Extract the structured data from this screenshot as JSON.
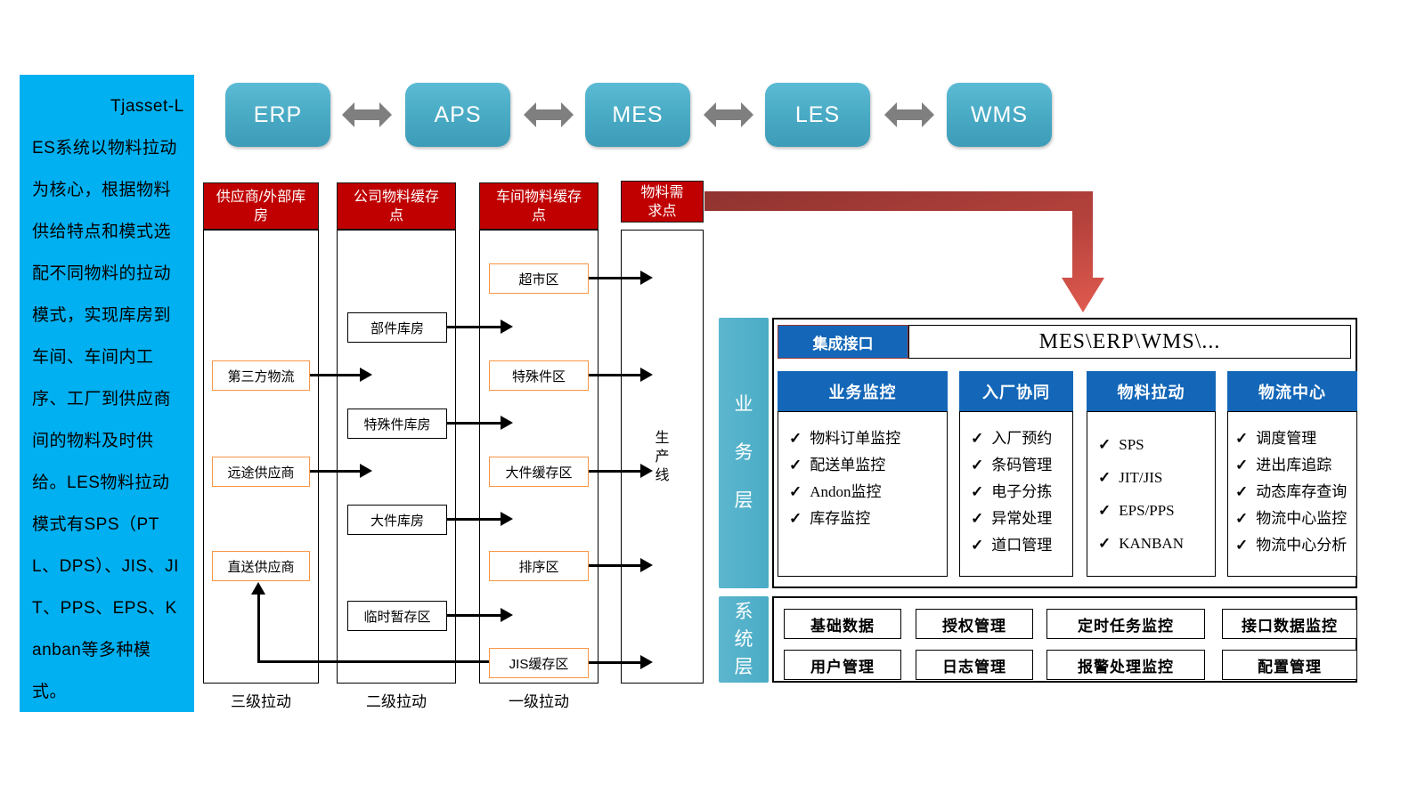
{
  "sidebar": {
    "text": "Tjasset-LES系统以物料拉动为核心，根据物料供给特点和模式选配不同物料的拉动模式，实现库房到车间、车间内工序、工厂到供应商间的物料及时供给。LES物料拉动模式有SPS（PTL、DPS）、JIS、JIT、PPS、EPS、Kanban等多种模式。"
  },
  "top_systems": [
    "ERP",
    "APS",
    "MES",
    "LES",
    "WMS"
  ],
  "flow": {
    "columns": [
      {
        "header": "供应商/外部库房",
        "footer": "三级拉动",
        "boxes": [
          "第三方物流",
          "远途供应商",
          "直送供应商"
        ]
      },
      {
        "header": "公司物料缓存点",
        "footer": "二级拉动",
        "boxes": [
          "部件库房",
          "特殊件库房",
          "大件库房",
          "临时暂存区"
        ]
      },
      {
        "header": "车间物料缓存点",
        "footer": "一级拉动",
        "boxes": [
          "超市区",
          "特殊件区",
          "大件缓存区",
          "排序区",
          "JIS缓存区"
        ]
      },
      {
        "header": "物料需求点",
        "body": "生产线"
      }
    ]
  },
  "business_layer": {
    "label": "业务层",
    "check_glyph": "✓",
    "integration": {
      "label": "集成接口",
      "value": "MES\\ERP\\WMS\\..."
    },
    "modules": [
      {
        "title": "业务监控",
        "items": [
          "物料订单监控",
          "配送单监控",
          "Andon监控",
          "库存监控"
        ]
      },
      {
        "title": "入厂协同",
        "items": [
          "入厂预约",
          "条码管理",
          "电子分拣",
          "异常处理",
          "道口管理"
        ]
      },
      {
        "title": "物料拉动",
        "items": [
          "SPS",
          "JIT/JIS",
          "EPS/PPS",
          "KANBAN"
        ]
      },
      {
        "title": "物流中心",
        "items": [
          "调度管理",
          "进出库追踪",
          "动态库存查询",
          "物流中心监控",
          "物流中心分析"
        ]
      }
    ]
  },
  "system_layer": {
    "label": "系统层",
    "rows": [
      [
        "基础数据",
        "授权管理",
        "定时任务监控",
        "接口数据监控"
      ],
      [
        "用户管理",
        "日志管理",
        "报警处理监控",
        "配置管理"
      ]
    ]
  },
  "colors": {
    "sidebar_bg": "#00B0F0",
    "system_chain_bg": "#4BACC6",
    "header_red": "#C00000",
    "node_orange_border": "#F79646",
    "module_blue": "#1467B8",
    "layer_label_bg": "#4BACC6",
    "big_arrow_red": "#A33A36"
  }
}
